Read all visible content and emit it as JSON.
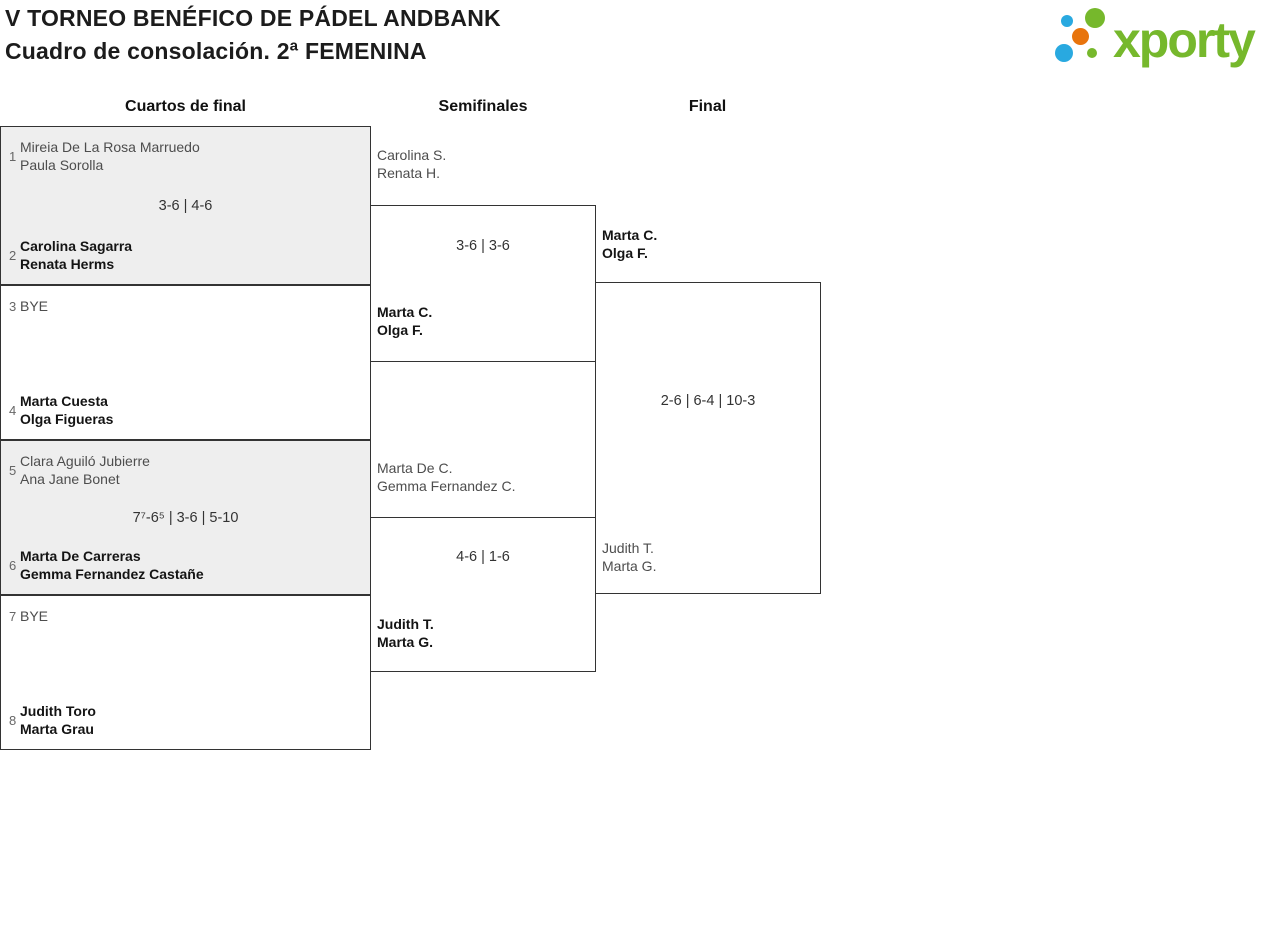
{
  "title": {
    "line1": "V TORNEO BENÉFICO DE PÁDEL ANDBANK",
    "line2": "Cuadro de consolación. 2ª FEMENINA"
  },
  "logo": {
    "text": "xporty",
    "colors": {
      "green": "#76b82c",
      "blue": "#29a9e0",
      "orange": "#e8740c"
    }
  },
  "colors": {
    "box_border": "#333333",
    "shaded_match_bg": "#eeeeee",
    "winner_text": "#141414",
    "regular_text": "#4d4d4d"
  },
  "round_headers": [
    "Cuartos de final",
    "Semifinales",
    "Final"
  ],
  "quarterfinals": [
    {
      "seed_top": "1",
      "team_top_line1": "Mireia De La Rosa Marruedo",
      "team_top_line2": "Paula Sorolla",
      "score": "3-6 | 4-6",
      "seed_bottom": "2",
      "team_bottom_line1": "Carolina Sagarra",
      "team_bottom_line2": "Renata Herms"
    },
    {
      "seed_top": "3",
      "team_top_line1": "BYE",
      "team_top_line2": "",
      "score": "",
      "seed_bottom": "4",
      "team_bottom_line1": "Marta Cuesta",
      "team_bottom_line2": "Olga Figueras"
    },
    {
      "seed_top": "5",
      "team_top_line1": "Clara Aguiló Jubierre",
      "team_top_line2": "Ana Jane Bonet",
      "score": "7⁷-6⁵ | 3-6 | 5-10",
      "seed_bottom": "6",
      "team_bottom_line1": "Marta De Carreras",
      "team_bottom_line2": "Gemma Fernandez Castañe"
    },
    {
      "seed_top": "7",
      "team_top_line1": "BYE",
      "team_top_line2": "",
      "score": "",
      "seed_bottom": "8",
      "team_bottom_line1": "Judith Toro",
      "team_bottom_line2": "Marta Grau"
    }
  ],
  "semifinals": [
    {
      "team_top_line1": "Carolina S.",
      "team_top_line2": "Renata H.",
      "score": "3-6 | 3-6",
      "team_bottom_line1": "Marta C.",
      "team_bottom_line2": "Olga F."
    },
    {
      "team_top_line1": "Marta De C.",
      "team_top_line2": "Gemma Fernandez C.",
      "score": "4-6 | 1-6",
      "team_bottom_line1": "Judith T.",
      "team_bottom_line2": "Marta G."
    }
  ],
  "final": {
    "team_top_line1": "Marta C.",
    "team_top_line2": "Olga F.",
    "score": "2-6 | 6-4 | 10-3",
    "team_bottom_line1": "Judith T.",
    "team_bottom_line2": "Marta G."
  }
}
